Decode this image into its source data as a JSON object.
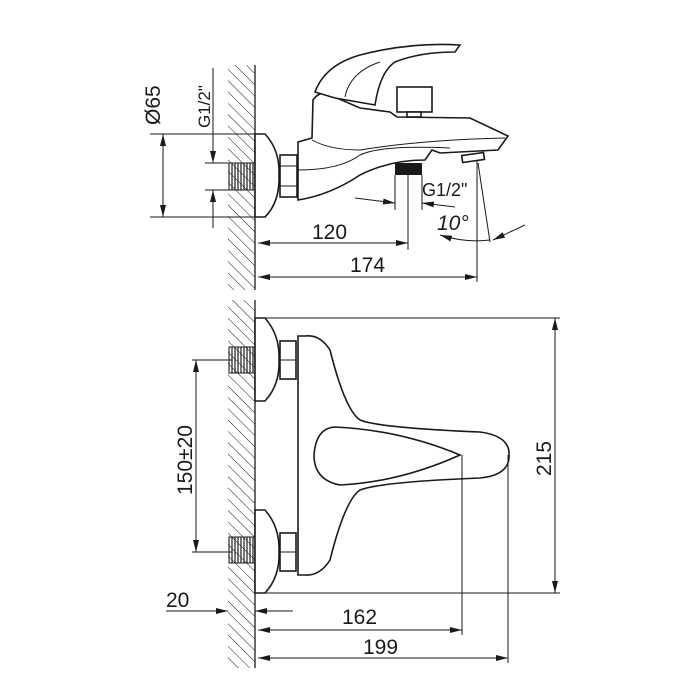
{
  "side_view": {
    "diameter_label": "Ø65",
    "inlet_thread_label": "G1/2\"",
    "outlet_thread_label": "G1/2\"",
    "outlet_distance_label": "120",
    "spout_length_label": "174",
    "angle_label": "10°"
  },
  "top_view": {
    "inlet_spacing_label": "150±20",
    "height_label": "215",
    "wall_offset_label": "20",
    "lever_length_label": "162",
    "total_length_label": "199"
  }
}
